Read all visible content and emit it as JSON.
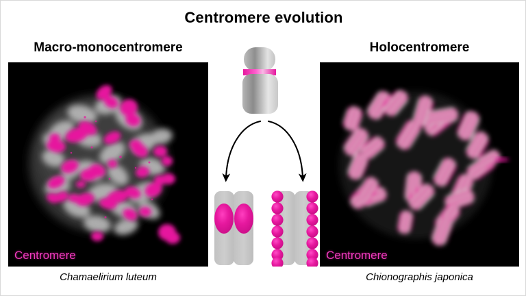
{
  "figure": {
    "title": "Centromere evolution",
    "accent_magenta": "#E6189E",
    "label_magenta": "#EF3BBF",
    "chromatid_grey": "#C6C6C6",
    "background": "#FFFFFF",
    "panel_background": "#000000"
  },
  "left_panel": {
    "title": "Macro-monocentromere",
    "overlay_label": "Centromere",
    "species": "Chamaelirium luteum",
    "description": "Metaphase chromosome spread with grey chromatin and discrete magenta centromere blocks, one per chromosome"
  },
  "right_panel": {
    "title": "Holocentromere",
    "overlay_label": "Centromere",
    "species": "Chionographis japonica",
    "description": "Metaphase chromosome spread with magenta centromere signal distributed along the entire length of each chromosome"
  },
  "schematic": {
    "ancestral": {
      "name": "ancestral monocentric chromosome",
      "centromere_bands": 1
    },
    "left_derived": {
      "name": "macro-monocentromere chromosome",
      "chromatids": 2,
      "centromere_dots_per_chromatid": 1,
      "centromere_shape": "large ellipse"
    },
    "right_derived": {
      "name": "holocentromere chromosome",
      "chromatids": 2,
      "centromere_dots_per_chromatid": 7,
      "centromere_shape": "row of small circles"
    },
    "arrows": 2
  }
}
